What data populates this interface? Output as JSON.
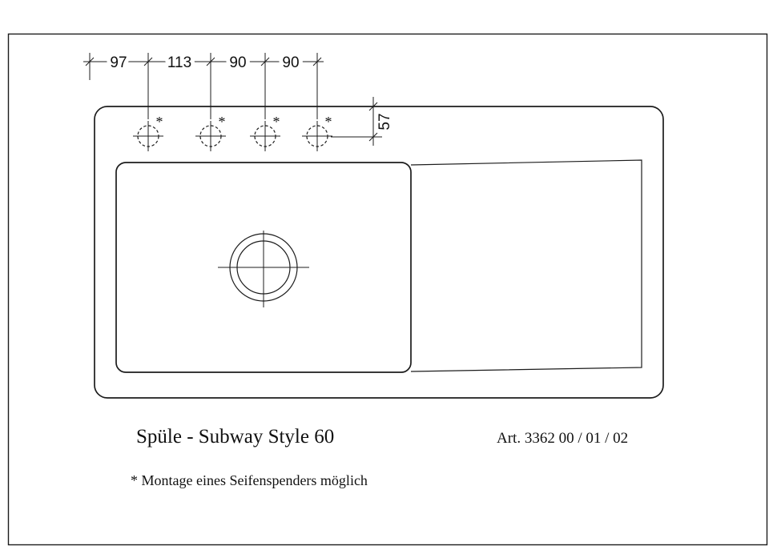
{
  "labels": {
    "title": "Spüle - Subway Style 60",
    "article": "Art. 3362 00 / 01 / 02",
    "footnote": "* Montage eines Seifenspenders möglich"
  },
  "dimensions": {
    "horizontal": [
      "97",
      "113",
      "90",
      "90"
    ],
    "vertical": "57"
  },
  "markers": {
    "asterisk": "*"
  },
  "colors": {
    "line": "#1c1c1c",
    "background": "#ffffff"
  }
}
